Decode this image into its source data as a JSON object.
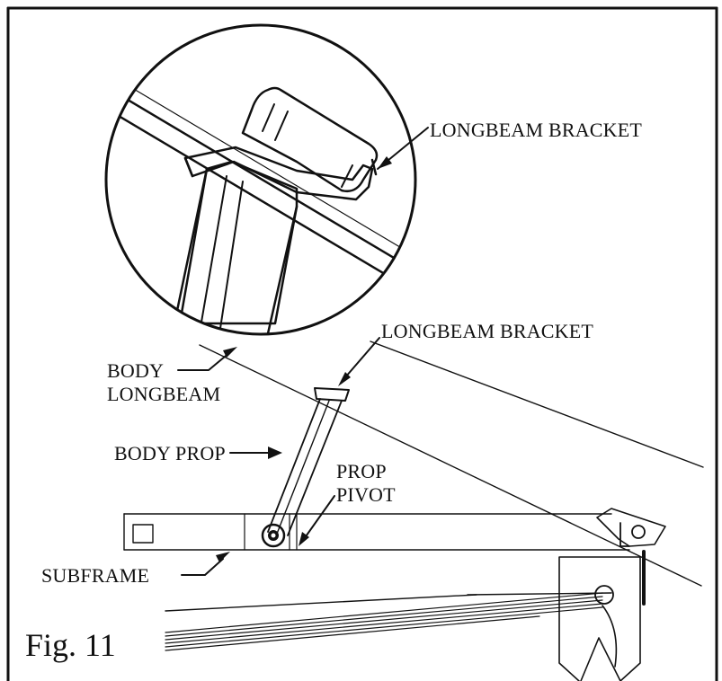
{
  "labels": {
    "longbeam_bracket_detail": "LONGBEAM BRACKET",
    "longbeam_bracket": "LONGBEAM BRACKET",
    "body_longbeam_line1": "BODY",
    "body_longbeam_line2": "LONGBEAM",
    "body_prop": "BODY PROP",
    "prop_pivot_line1": "PROP",
    "prop_pivot_line2": "PIVOT",
    "subframe": "SUBFRAME"
  },
  "figure_caption": "Fig. 11"
}
